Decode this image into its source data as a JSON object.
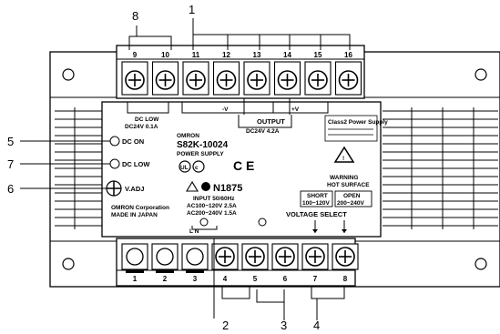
{
  "callouts": {
    "c1": "1",
    "c2": "2",
    "c3": "3",
    "c4": "4",
    "c5": "5",
    "c6": "6",
    "c7": "7",
    "c8": "8"
  },
  "top_terminals": [
    "9",
    "10",
    "11",
    "12",
    "13",
    "14",
    "15",
    "16"
  ],
  "bottom_terminals": [
    "1",
    "2",
    "3",
    "4",
    "5",
    "6",
    "7",
    "8"
  ],
  "top_brackets": {
    "dc_low": "DC LOW",
    "minus_v": "-V",
    "plus_v": "+V"
  },
  "panel": {
    "dc_low_title": "DC LOW",
    "dc_low_rating": "DC24V 0.1A",
    "output_title": "OUTPUT",
    "output_rating": "DC24V 4.2A",
    "brand": "OMRON",
    "model": "S82K-10024",
    "product": "POWER SUPPLY",
    "dc_on": "DC ON",
    "dc_low_led": "DC LOW",
    "v_adj": "V.ADJ",
    "ce_mark": "C E",
    "n_mark": "N1875",
    "input_title": "INPUT 50/60Hz",
    "input_line1": "AC100~120V 2.5A",
    "input_line2": "AC200~240V 1.5A",
    "terminal_marks": "L N",
    "voltage_select": "VOLTAGE SELECT",
    "short_label": "SHORT",
    "short_range": "100~120V",
    "open_label": "OPEN",
    "open_range": "200~240V",
    "class2_text": "Class2 Power Supply",
    "kr_text": "WARNING",
    "surface_text": "HOT SURFACE",
    "corp_text": "OMRON Corporation",
    "corp_sub": "MADE IN JAPAN"
  },
  "colors": {
    "line": "#000000",
    "background": "#ffffff",
    "panel": "#ffffff"
  }
}
